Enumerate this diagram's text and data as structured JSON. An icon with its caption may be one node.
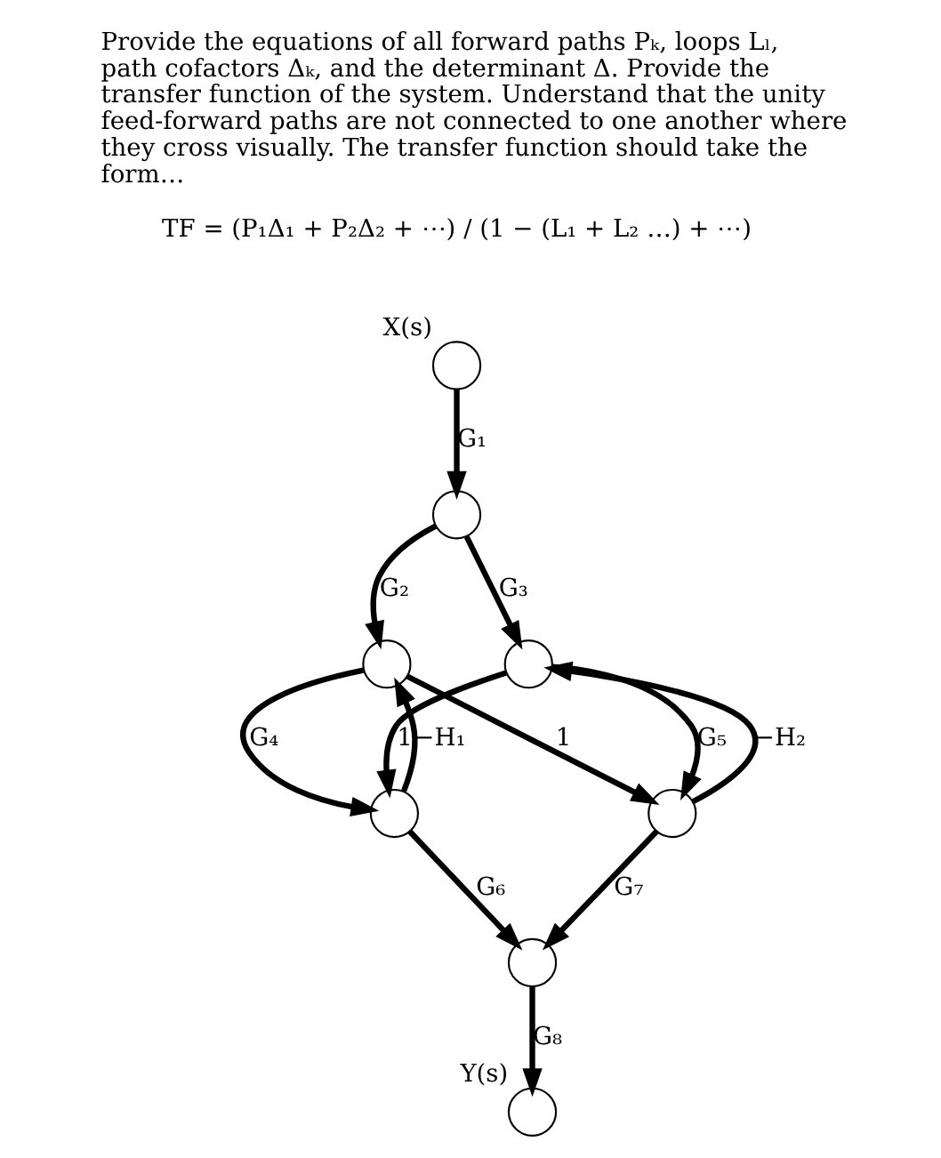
{
  "diagram": {
    "title": "Provide the equations of all forward paths Pₖ, loops Lₗ, path cofactors Δₖ, and the determinant Δ. Provide the transfer function of the system. Understand that the unity feed-forward paths are not connected to one another where they cross visually. The transfer function should take the form…",
    "nodes": [
      {
        "text": [],
        "shape": "circle",
        "beside": [
          "X(s)"
        ]
      },
      {
        "text": [],
        "shape": "circle"
      },
      {
        "text": [],
        "shape": "circle"
      },
      {
        "text": [],
        "shape": "circle"
      },
      {
        "text": [],
        "shape": "circle"
      },
      {
        "text": [],
        "shape": "circle"
      },
      {
        "text": [],
        "shape": "circle"
      },
      {
        "text": [],
        "shape": "circle",
        "beside": [
          "Y(s)"
        ]
      }
    ],
    "edges": [
      {
        "from": 0,
        "to": 1,
        "arrow": "to",
        "label": "G₁"
      },
      {
        "from": 1,
        "to": 2,
        "arrow": "to",
        "label": "G₂"
      },
      {
        "from": 1,
        "to": 3,
        "arrow": "to",
        "label": "G₃"
      },
      {
        "from": 4,
        "to": 2,
        "arrow": "to",
        "label": "−H₁"
      },
      {
        "from": 2,
        "to": 4,
        "arrow": "to",
        "label": "G₄"
      },
      {
        "from": 3,
        "to": 4,
        "arrow": "to",
        "label": "1"
      },
      {
        "from": 2,
        "to": 5,
        "arrow": "to",
        "label": "1"
      },
      {
        "from": 3,
        "to": 5,
        "arrow": "to",
        "label": "G₅"
      },
      {
        "from": 5,
        "to": 3,
        "arrow": "to",
        "label": "−H₂"
      },
      {
        "from": 4,
        "to": 6,
        "arrow": "to",
        "label": "G₆"
      },
      {
        "from": 5,
        "to": 6,
        "arrow": "to",
        "label": "G₇"
      },
      {
        "from": 6,
        "to": 7,
        "arrow": "to",
        "label": "G₈"
      }
    ],
    "labels": [
      "TF = (P₁Δ₁ + P₂Δ₂ + ⋯) / (1 − (L₁ + L₂ …) + ⋯)"
    ]
  }
}
